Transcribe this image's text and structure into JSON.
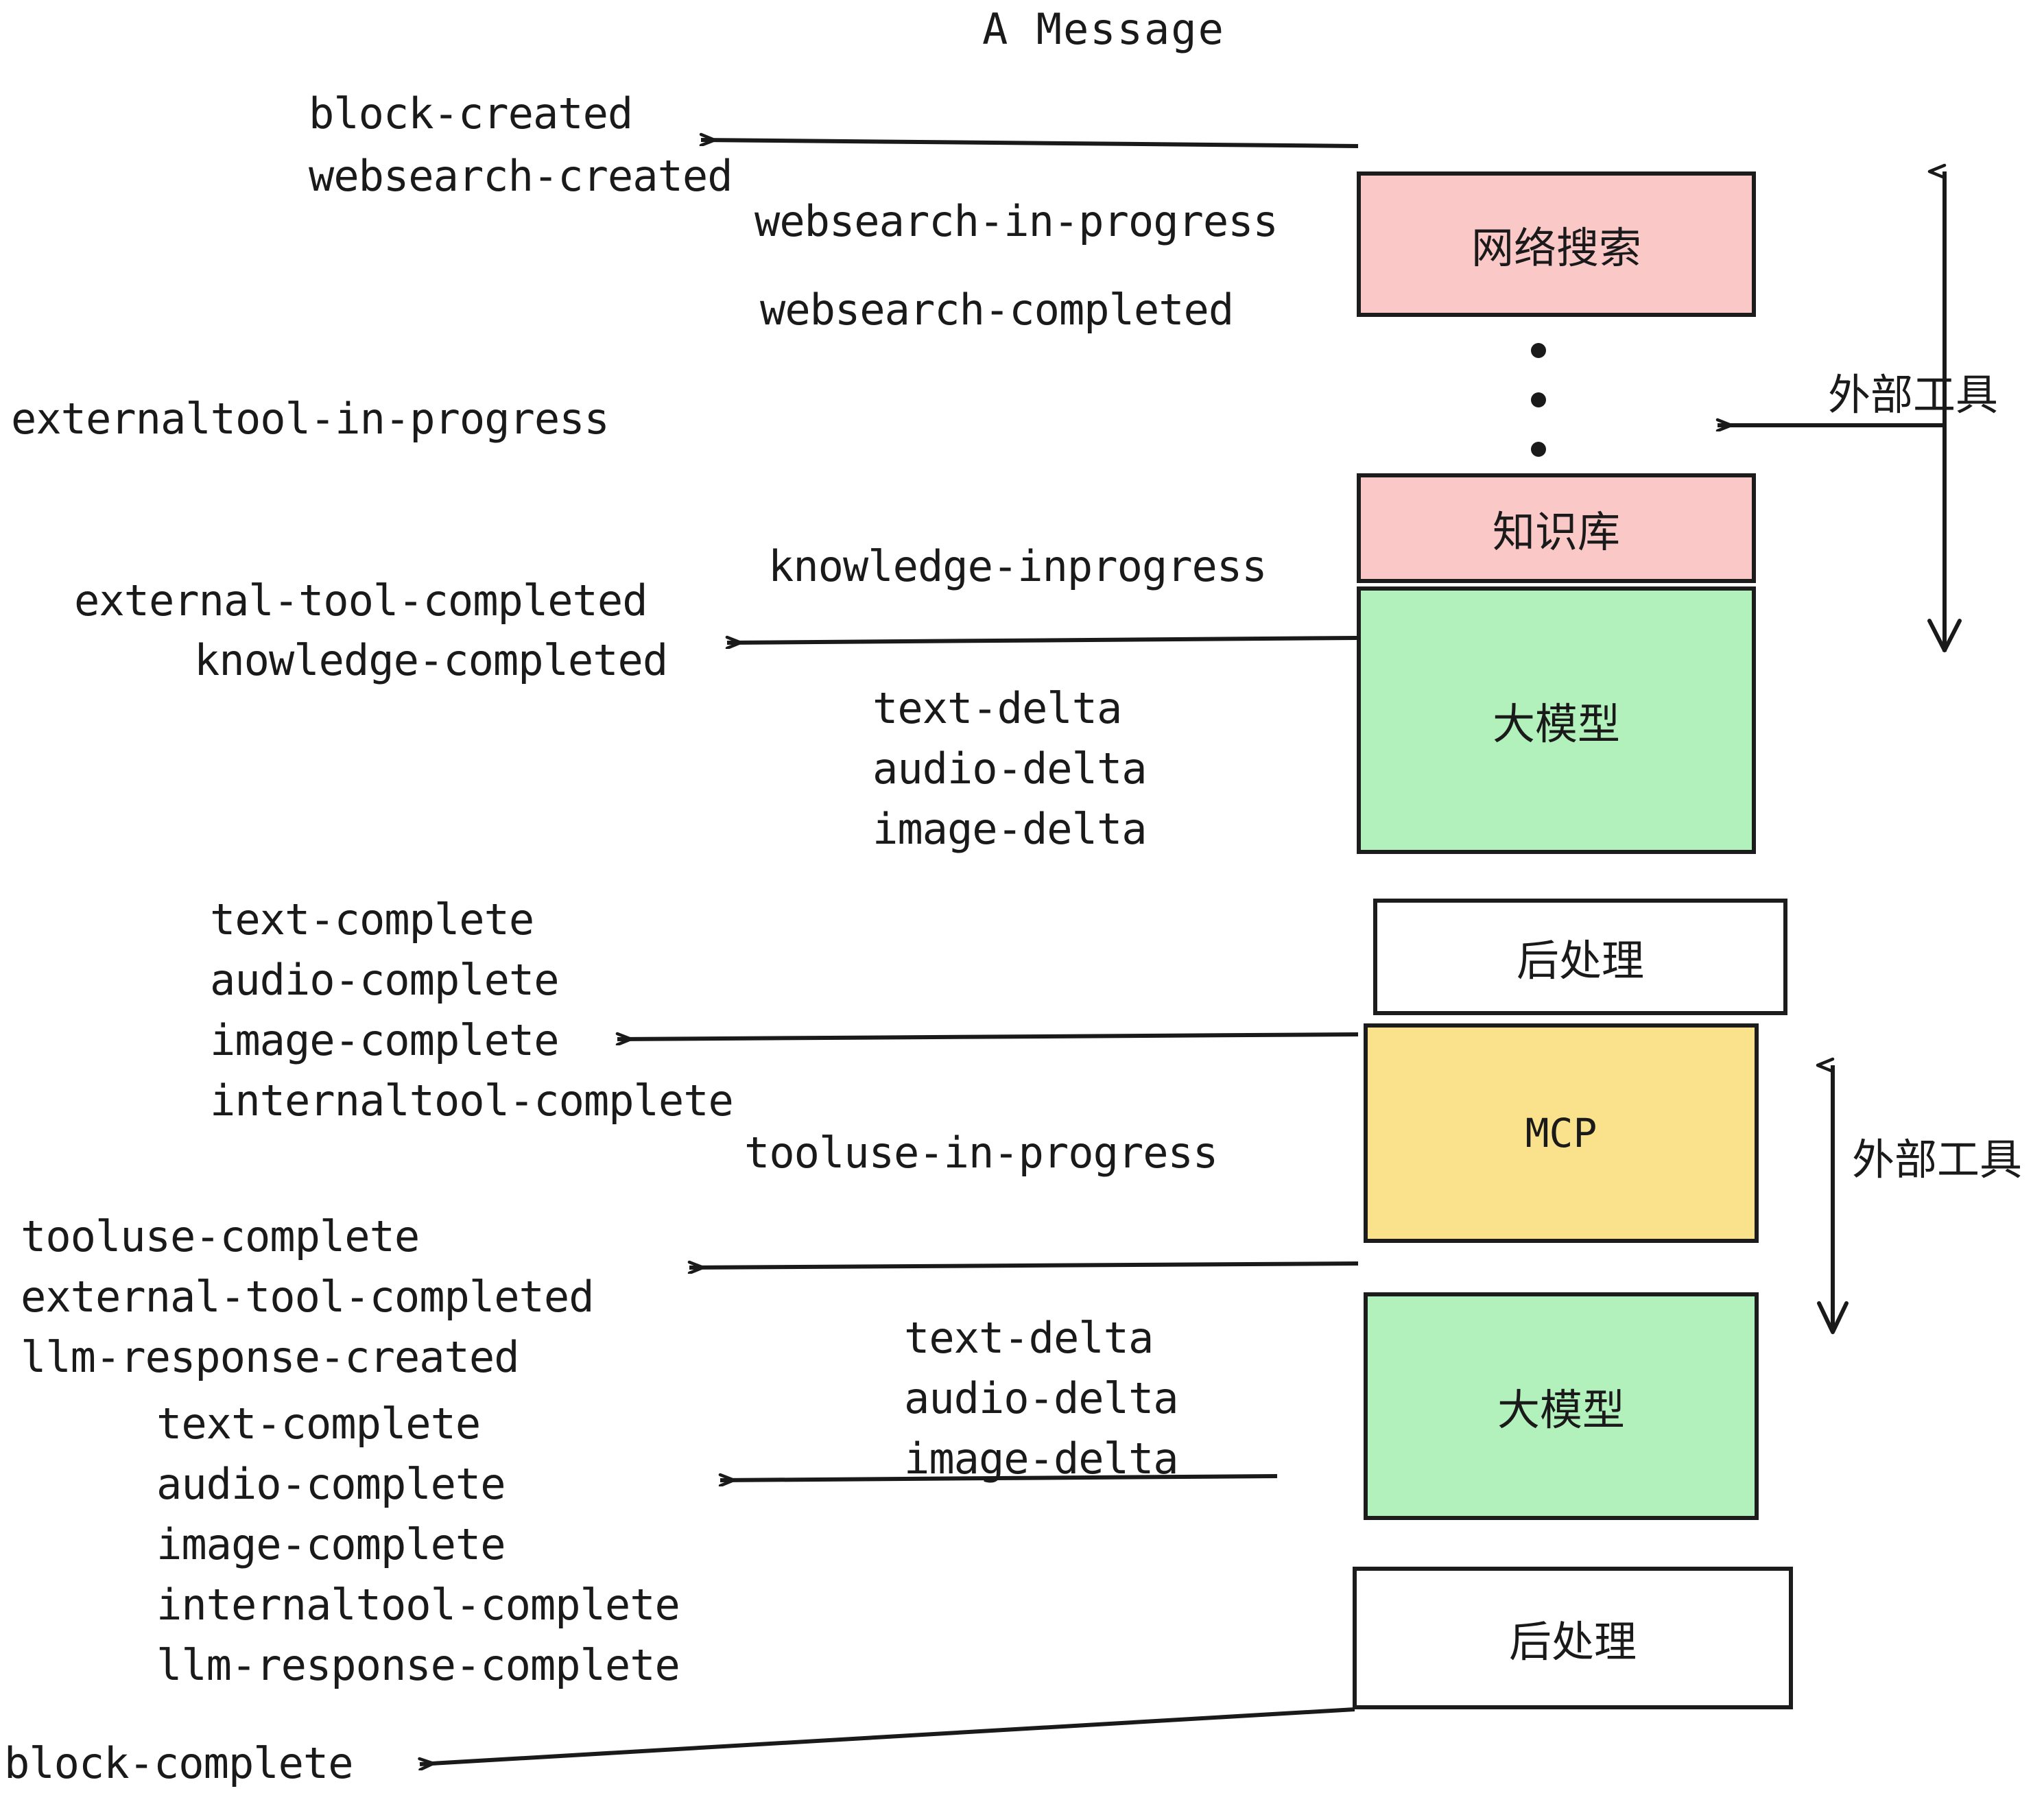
{
  "diagram": {
    "title": "A Message",
    "colors": {
      "pink": "#FBC8C8",
      "green": "#B2F0BC",
      "yellow": "#FAE28C",
      "white": "#FFFFFF",
      "stroke": "#1C1C1C",
      "text": "#1A1A1A"
    },
    "boxes": [
      {
        "id": "websearch",
        "label": "网络搜索",
        "fill": "pink"
      },
      {
        "id": "knowledge",
        "label": "知识库",
        "fill": "pink"
      },
      {
        "id": "llm-upper",
        "label": "大模型",
        "fill": "green"
      },
      {
        "id": "postprocess-upper",
        "label": "后处理",
        "fill": "white"
      },
      {
        "id": "mcp",
        "label": "MCP",
        "fill": "yellow"
      },
      {
        "id": "llm-lower",
        "label": "大模型",
        "fill": "green"
      },
      {
        "id": "postprocess-lower",
        "label": "后处理",
        "fill": "white"
      }
    ],
    "side_labels": [
      {
        "id": "external-tool-upper",
        "label": "外部工具"
      },
      {
        "id": "external-tool-lower",
        "label": "外部工具"
      }
    ],
    "events": {
      "block_created": "block-created",
      "websearch_created": "websearch-created",
      "websearch_in_progress": "websearch-in-progress",
      "websearch_completed": "websearch-completed",
      "externaltool_in_progress": "externaltool-in-progress",
      "knowledge_inprogress": "knowledge-inprogress",
      "external_tool_completed_1": "external-tool-completed",
      "knowledge_completed": "knowledge-completed",
      "text_delta_1": "text-delta",
      "audio_delta_1": "audio-delta",
      "image_delta_1": "image-delta",
      "text_complete_1": "text-complete",
      "audio_complete_1": "audio-complete",
      "image_complete_1": "image-complete",
      "internaltool_complete_1": "internaltool-complete",
      "tooluse_in_progress": "tooluse-in-progress",
      "tooluse_complete": "tooluse-complete",
      "external_tool_completed_2": "external-tool-completed",
      "llm_response_created": "llm-response-created",
      "text_delta_2": "text-delta",
      "audio_delta_2": "audio-delta",
      "image_delta_2": "image-delta",
      "text_complete_2": "text-complete",
      "audio_complete_2": "audio-complete",
      "image_complete_2": "image-complete",
      "internaltool_complete_2": "internaltool-complete",
      "llm_response_complete": "llm-response-complete",
      "block_complete": "block-complete"
    },
    "ellipsis": "vertical-ellipsis-three-dots"
  }
}
